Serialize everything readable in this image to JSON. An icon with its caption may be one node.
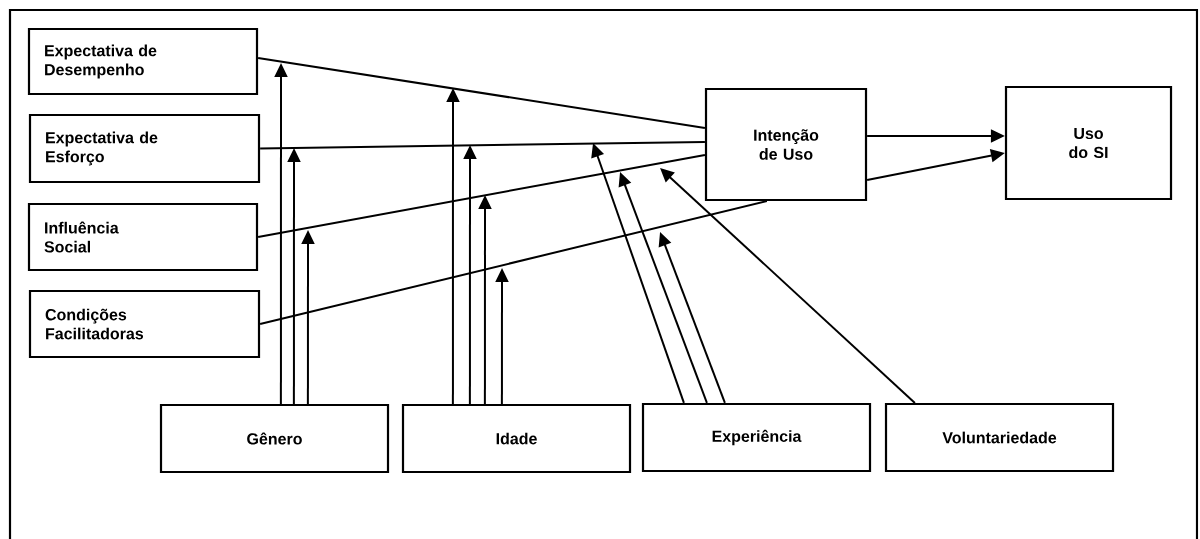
{
  "diagram": {
    "nodes": [
      {
        "text": [
          "Expectativa de Desempenho"
        ]
      },
      {
        "text": [
          "Expectativa de Esforço"
        ]
      },
      {
        "text": [
          "Influência Social"
        ]
      },
      {
        "text": [
          "Condições Facilitadoras"
        ]
      },
      {
        "text": [
          "Intenção de Uso"
        ]
      },
      {
        "text": [
          "Uso do SI"
        ]
      },
      {
        "text": [
          "Gênero"
        ]
      },
      {
        "text": [
          "Idade"
        ]
      },
      {
        "text": [
          "Experiência"
        ]
      },
      {
        "text": [
          "Voluntariedade"
        ]
      }
    ],
    "edges": [
      {
        "from": 0,
        "to": 4,
        "arrow": "none"
      },
      {
        "from": 1,
        "to": 4,
        "arrow": "none"
      },
      {
        "from": 2,
        "to": 4,
        "arrow": "none"
      },
      {
        "from": 3,
        "to": 4,
        "arrow": "none"
      },
      {
        "from": 4,
        "to": 5,
        "arrow": "to"
      },
      {
        "from": 4,
        "to": 5,
        "arrow": "to"
      },
      {
        "from": 6,
        "to": null,
        "arrow": "to"
      },
      {
        "from": 6,
        "to": null,
        "arrow": "to"
      },
      {
        "from": 6,
        "to": null,
        "arrow": "to"
      },
      {
        "from": 7,
        "to": null,
        "arrow": "to"
      },
      {
        "from": 7,
        "to": null,
        "arrow": "to"
      },
      {
        "from": 7,
        "to": null,
        "arrow": "to"
      },
      {
        "from": 7,
        "to": null,
        "arrow": "to"
      },
      {
        "from": 8,
        "to": null,
        "arrow": "to"
      },
      {
        "from": 8,
        "to": null,
        "arrow": "to"
      },
      {
        "from": 8,
        "to": null,
        "arrow": "to"
      },
      {
        "from": 9,
        "to": null,
        "arrow": "to"
      }
    ]
  }
}
